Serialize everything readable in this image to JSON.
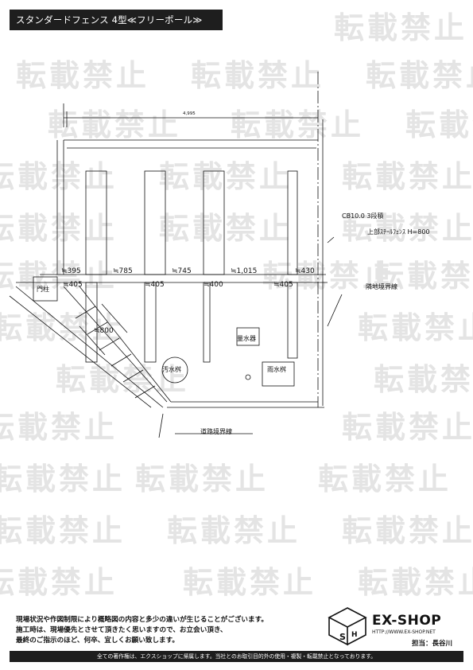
{
  "title": "スタンダードフェンス 4型≪フリーポール≫",
  "watermark": "転載禁止",
  "drawing": {
    "overall_dim": "4,995",
    "block_spec": "CB10.0 3段積",
    "fence_spec": "上部ｽﾁｰﾙﾌｪﾝｽ H=800",
    "gate_post": "門柱",
    "neighbor_boundary": "隣地境界線",
    "road_boundary": "道路境界線",
    "water_meter": "量水器",
    "sewage_basin": "汚水桝",
    "rain_basin": "雨水桝",
    "dims_upper": [
      "≒395",
      "≒785",
      "≒745",
      "≒1,015",
      "≒430"
    ],
    "dims_lower": [
      "≒405",
      "≒405",
      "≒400",
      "≒405"
    ],
    "dim_diag": "≒800"
  },
  "notice": [
    "現場状況や作図制限により概略図の内容と多少の違いが生じることがございます。",
    "施工時は、現場優先とさせて頂きたく思いますので、お立会い頂き、",
    "最終のご指示のほど、何卒、宜しくお願い致します。"
  ],
  "logo": {
    "name": "EX-SHOP",
    "url": "HTTP://WWW.EX-SHOP.NET"
  },
  "staff": "担当：長谷川",
  "footer": "全ての著作権は、エクスショップに帰属します。当社とのお取引目的外の使用・複製・転載禁止となっております。"
}
